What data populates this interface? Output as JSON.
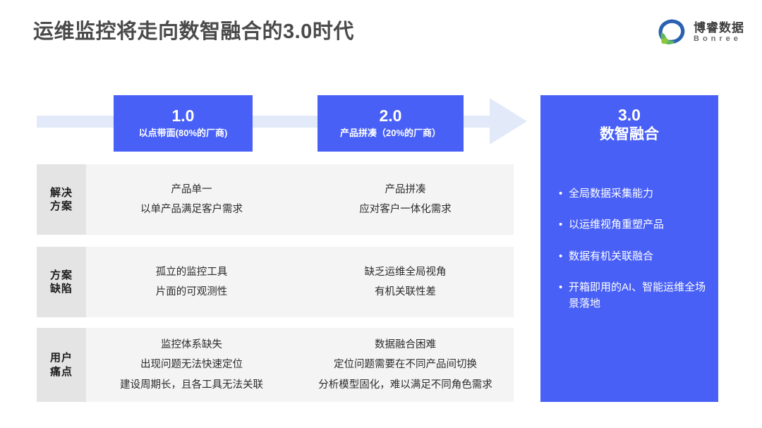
{
  "slide": {
    "title": "运维监控将走向数智融合的3.0时代",
    "accent_color": "#4860f6",
    "band_color": "#e2eaf9",
    "row_label_color": "#e4e4e4",
    "row_body_color": "#f4f4f4"
  },
  "logo": {
    "mark": "bonree-logo-icon",
    "name_cn": "博睿数据",
    "name_en": "Bonree"
  },
  "timeline": {
    "arrow": "right-arrow-icon",
    "stages": [
      {
        "number": "1.0",
        "subtitle": "以点带面(80%的厂商)"
      },
      {
        "number": "2.0",
        "subtitle": "产品拼凑（20%的厂商）"
      }
    ]
  },
  "panel": {
    "number": "3.0",
    "title": "数智融合",
    "bullet": "•",
    "items": [
      "全局数据采集能力",
      "以运维视角重塑产品",
      "数据有机关联融合",
      "开箱即用的AI、智能运维全场景落地"
    ]
  },
  "comparison": {
    "rows": [
      {
        "label": "解决方案",
        "cells": [
          {
            "lines": [
              "产品单一",
              "以单产品满足客户需求"
            ]
          },
          {
            "lines": [
              "产品拼凑",
              "应对客户一体化需求"
            ]
          }
        ]
      },
      {
        "label": "方案缺陷",
        "cells": [
          {
            "lines": [
              "孤立的监控工具",
              "片面的可观测性"
            ]
          },
          {
            "lines": [
              "缺乏运维全局视角",
              "有机关联性差"
            ]
          }
        ]
      },
      {
        "label": "用户痛点",
        "cells": [
          {
            "lines": [
              "监控体系缺失",
              "出现问题无法快速定位",
              "建设周期长，且各工具无法关联"
            ]
          },
          {
            "lines": [
              "数据融合困难",
              "定位问题需要在不同产品间切换",
              "分析模型固化，难以满足不同角色需求"
            ]
          }
        ]
      }
    ]
  }
}
